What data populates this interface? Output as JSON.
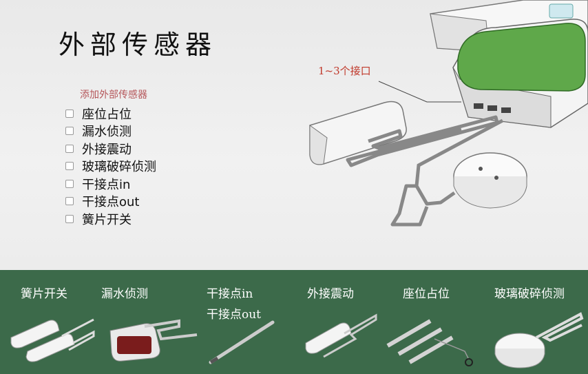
{
  "title": "外部传感器",
  "subtitle": "添加外部传感器",
  "options": [
    "座位占位",
    "漏水侦测",
    "外接震动",
    "玻璃破碎侦测",
    "干接点in",
    "干接点out",
    "簧片开关"
  ],
  "port_label": "1~3个接口",
  "categories": [
    "簧片开关",
    "漏水侦测",
    "干接点in",
    "干接点out",
    "外接震动",
    "座位占位",
    "玻璃破碎侦测"
  ],
  "colors": {
    "device_green": "#5fa84a",
    "band_green": "#3c6a4a",
    "label_red": "#c0392b"
  }
}
